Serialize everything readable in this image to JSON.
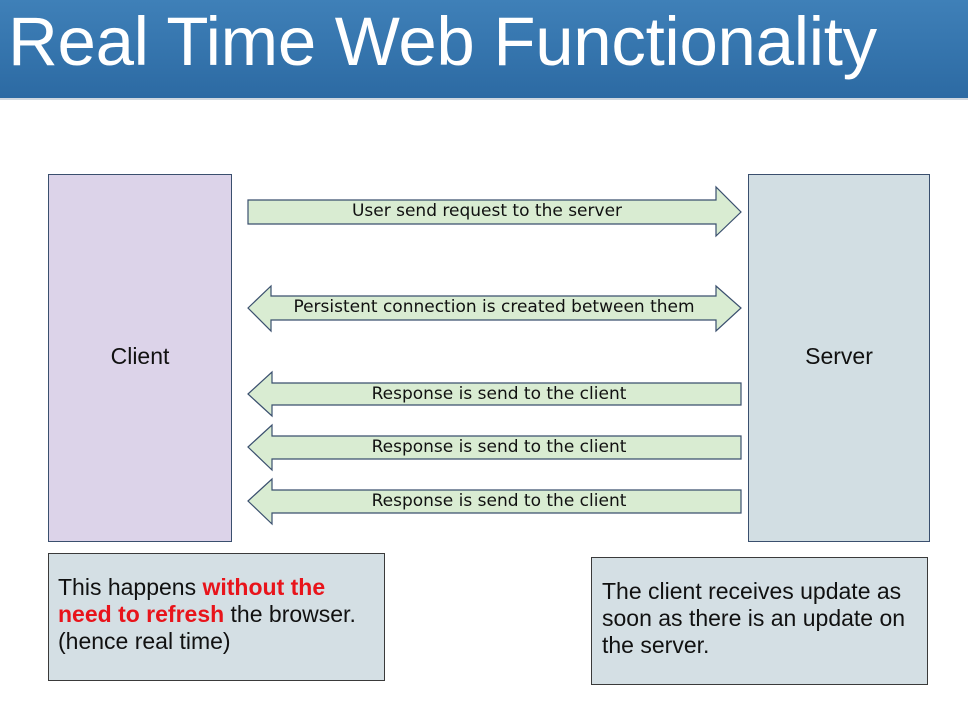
{
  "title": "Real Time Web Functionality",
  "client": {
    "label": "Client"
  },
  "server": {
    "label": "Server"
  },
  "arrows": {
    "request": "User send request to the server",
    "persistent": "Persistent connection is created between them",
    "responses": [
      "Response is send to the client",
      "Response is send to the client",
      "Response is send to the client"
    ]
  },
  "notes": {
    "left": {
      "before": "This happens ",
      "highlight": "without the need to refresh",
      "after": " the browser. (hence real time)"
    },
    "right": "The client receives update as soon as there is an update on the server."
  },
  "colors": {
    "title_bar": "#2f6fa7",
    "arrow_fill": "#d9ecd2",
    "client_fill": "#dcd3e9",
    "server_fill": "#d2dee3",
    "note_fill": "#d4dfe4",
    "highlight": "#e8141b"
  }
}
